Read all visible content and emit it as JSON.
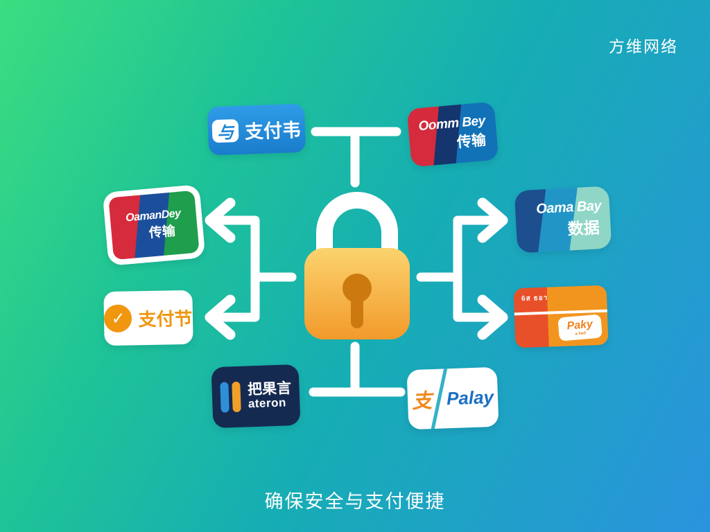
{
  "watermark": "方维网络",
  "caption": "确保安全与支付便捷",
  "background": {
    "gradient_start": "#3cdd80",
    "gradient_mid": "#16adb4",
    "gradient_end": "#2a93dd"
  },
  "lock": {
    "shackle_color": "#ffffff",
    "body_color_top": "#fbd36e",
    "body_color_bottom": "#f29a2b",
    "keyhole_color": "#cc7a10",
    "arrow_color": "#ffffff"
  },
  "logos": {
    "alipay_like": {
      "icon_glyph": "与",
      "label": "支付韦",
      "bg": "#1e86d6"
    },
    "oommbey": {
      "line1": "Oomm Bey",
      "line2": "传输",
      "stripe_colors": [
        "#d62b3c",
        "#15356e",
        "#1272b8"
      ]
    },
    "oamandey": {
      "line1": "OamanDey",
      "line2": "传输",
      "stripe_colors": [
        "#d62b3c",
        "#1b4f9c",
        "#1f9e4e"
      ]
    },
    "zhifujie": {
      "icon_glyph": "✓",
      "label": "支付节",
      "accent": "#f0960f"
    },
    "oamabay": {
      "line1": "Oama Bay",
      "line2": "数据",
      "stripe_colors": [
        "#1d4f8f",
        "#2196c6",
        "#8fd6c6"
      ]
    },
    "paky_card": {
      "corner_text": "6ส ธอา",
      "badge_label": "Paky",
      "badge_sub": "a fwd",
      "left_color": "#e8502a",
      "right_color": "#f2951f"
    },
    "ateron": {
      "line1": "把果言",
      "line2": "ateron",
      "bg": "#152a50",
      "bar_colors": [
        "#2e8fd8",
        "#f0a028"
      ]
    },
    "palay": {
      "icon_glyph": "支",
      "label": "Palay",
      "text_color": "#1a70c4"
    }
  }
}
